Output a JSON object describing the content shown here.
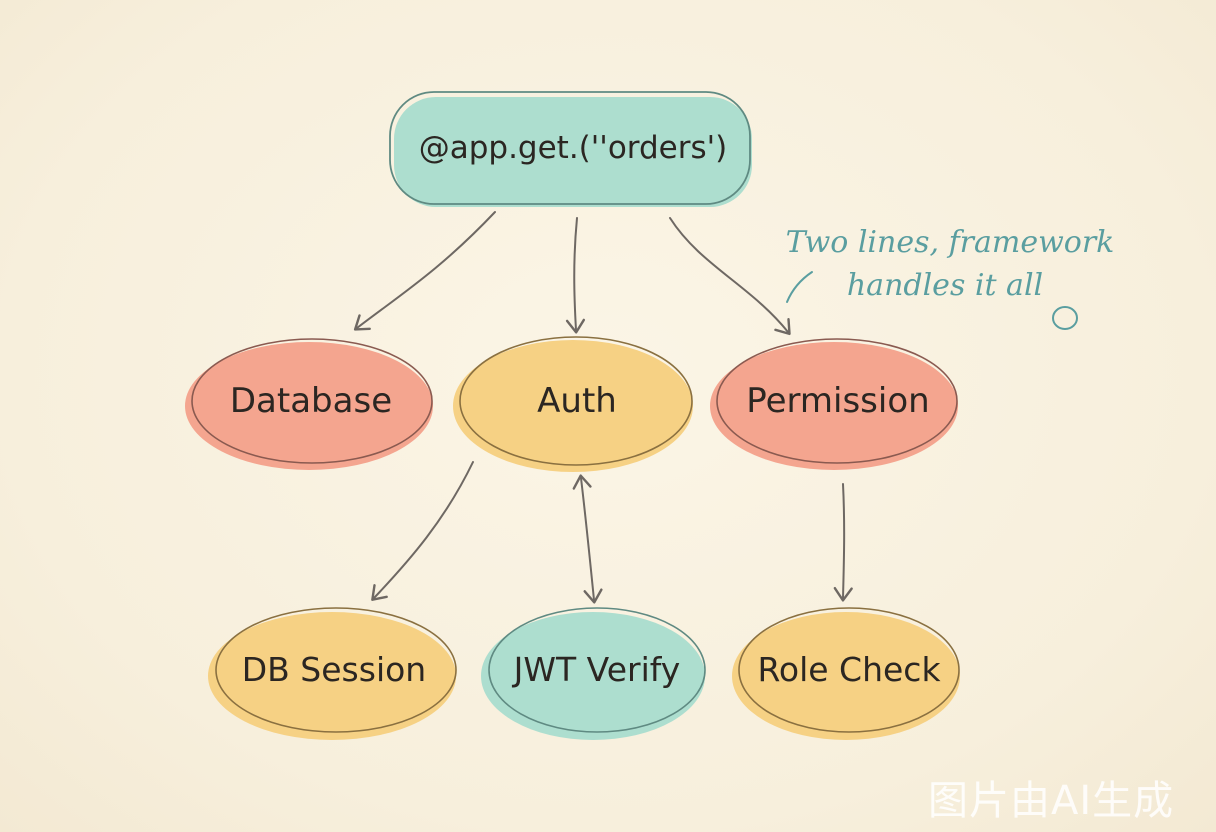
{
  "colors": {
    "teal": "#a9dccd",
    "coral": "#f3a08a",
    "amber": "#f6cf7e",
    "ink": "#6e6863",
    "note": "#5a9ea0",
    "background": "#f8f1e0"
  },
  "nodes": {
    "root": {
      "label": "@app.get.(''orders')",
      "color": "teal"
    },
    "database": {
      "label": "Database",
      "color": "coral"
    },
    "auth": {
      "label": "Auth",
      "color": "amber"
    },
    "permission": {
      "label": "Permission",
      "color": "coral"
    },
    "db_session": {
      "label": "DB Session",
      "color": "amber"
    },
    "jwt_verify": {
      "label": "JWT Verify",
      "color": "teal"
    },
    "role_check": {
      "label": "Role Check",
      "color": "amber"
    }
  },
  "edges": [
    {
      "from": "root",
      "to": "database",
      "style": "arrow"
    },
    {
      "from": "root",
      "to": "auth",
      "style": "arrow"
    },
    {
      "from": "root",
      "to": "permission",
      "style": "arrow"
    },
    {
      "from": "auth",
      "to": "db_session",
      "style": "arrow"
    },
    {
      "from": "auth",
      "to": "jwt_verify",
      "style": "double-arrow"
    },
    {
      "from": "permission",
      "to": "role_check",
      "style": "arrow"
    }
  ],
  "annotation": {
    "line1": "Two lines, framework",
    "line2": "handles it all"
  },
  "watermark": "图片由AI生成"
}
